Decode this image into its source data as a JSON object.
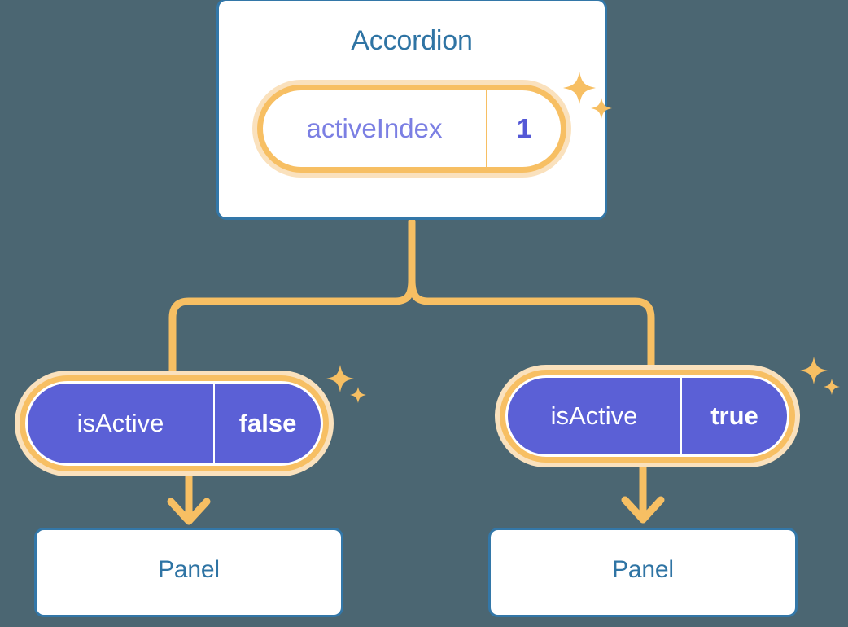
{
  "canvas": {
    "background_color": "#4b6672"
  },
  "colors": {
    "background": "#4b6672",
    "card_border": "#3377a8",
    "card_fill": "#ffffff",
    "title_text": "#2f74a4",
    "wire_orange": "#f7bf63",
    "ring_glow": "#fae1bd",
    "badge_purple": "#5b60d6",
    "badge_key_text_light": "#7b7fe3",
    "badge_value_text": "#5458d6",
    "badge_text_on_purple": "#ffffff",
    "sparkle": "#f7bf63"
  },
  "tree": {
    "root": {
      "name": "accordion-component",
      "title": "Accordion",
      "state_badge": {
        "key": "activeIndex",
        "value": "1",
        "style": "white"
      }
    },
    "children": [
      {
        "name": "panel-left",
        "prop_badge": {
          "key": "isActive",
          "value": "false",
          "style": "purple"
        },
        "title": "Panel"
      },
      {
        "name": "panel-right",
        "prop_badge": {
          "key": "isActive",
          "value": "true",
          "style": "purple"
        },
        "title": "Panel"
      }
    ]
  },
  "icons": {
    "sparkle_large": "sparkle-four-point-icon",
    "sparkle_small": "sparkle-four-point-small-icon",
    "arrow_down": "arrow-down-icon",
    "branch_connector": "branch-connector-icon"
  },
  "sparkle_groups": [
    {
      "name": "sparkle-group-accordion"
    },
    {
      "name": "sparkle-group-false-badge"
    },
    {
      "name": "sparkle-group-true-badge"
    }
  ]
}
